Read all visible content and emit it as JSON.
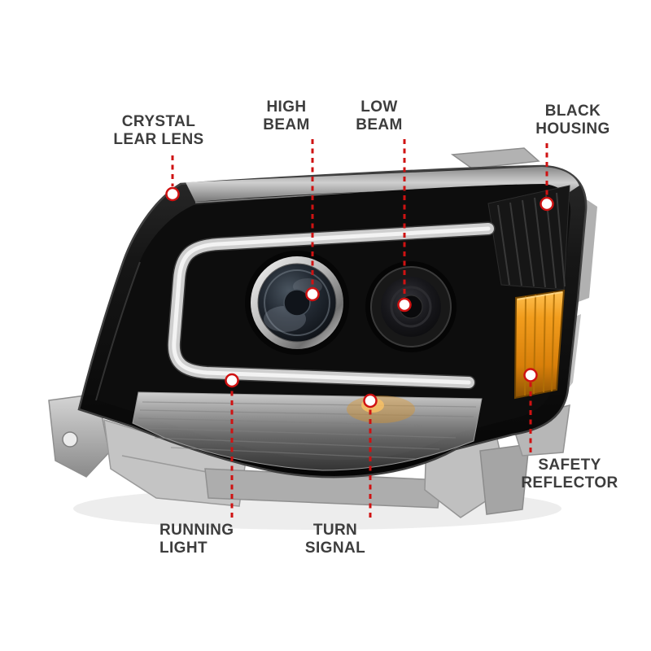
{
  "page": {
    "background": "#ffffff",
    "subject": "projector headlight feature diagram"
  },
  "colors": {
    "label_text": "#3d3d3d",
    "leader_red": "#cf1212",
    "marker_fill": "#ffffff",
    "housing_black": "#0d0d0d",
    "amber": "#ef9c1d",
    "drl_tube": "#d4d4d4",
    "lens_gray": "#c9c9c9",
    "bracket_gray": "#b5b5b5"
  },
  "callouts": [
    {
      "name": "crystal-clear-lens",
      "line1": "CRYSTAL",
      "line2": "LEAR LENS"
    },
    {
      "name": "high-beam",
      "line1": "HIGH",
      "line2": "BEAM"
    },
    {
      "name": "low-beam",
      "line1": "LOW",
      "line2": "BEAM"
    },
    {
      "name": "black-housing",
      "line1": "BLACK",
      "line2": "HOUSING"
    },
    {
      "name": "safety-reflector",
      "line1": "SAFETY",
      "line2": "REFLECTOR"
    },
    {
      "name": "running-light",
      "line1": "RUNNING",
      "line2": "LIGHT"
    },
    {
      "name": "turn-signal",
      "line1": "TURN",
      "line2": "SIGNAL"
    }
  ]
}
